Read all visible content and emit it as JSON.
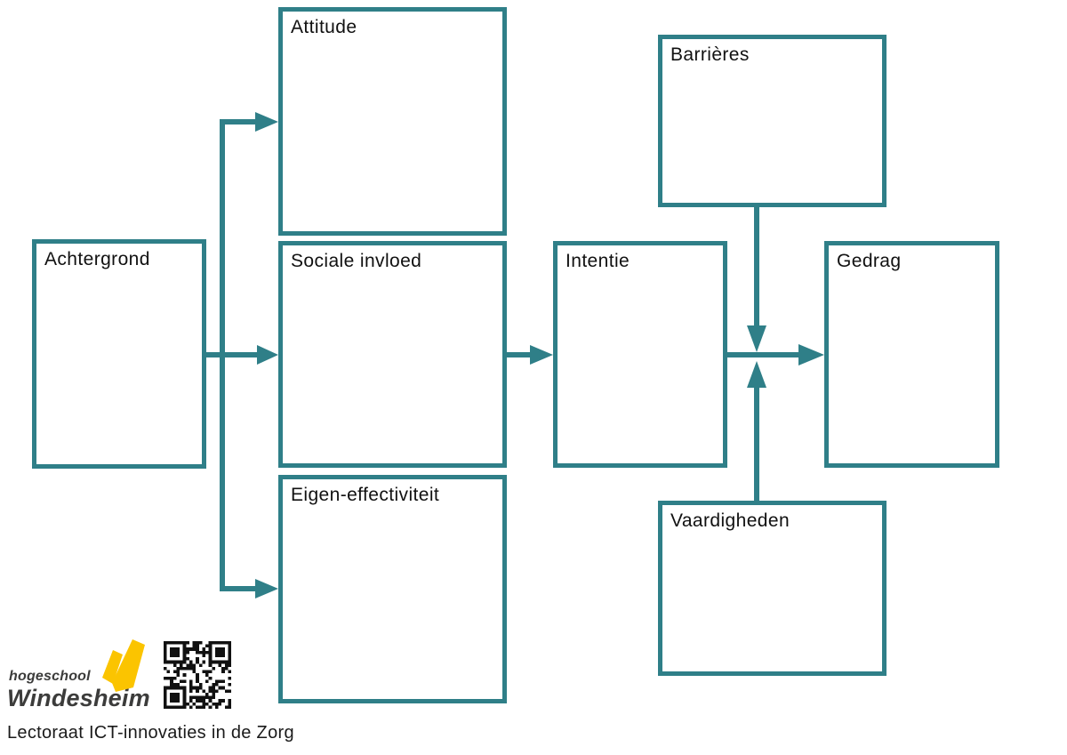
{
  "colors": {
    "accent": "#2F7F88",
    "label_text": "#111111",
    "logo_yellow": "#FBC400",
    "logo_text": "#3C3C3B",
    "footer_text": "#1A1A1A"
  },
  "diagram": {
    "boxes": [
      {
        "id": "achtergrond",
        "label": "Achtergrond"
      },
      {
        "id": "attitude",
        "label": "Attitude"
      },
      {
        "id": "sociale_invloed",
        "label": "Sociale invloed"
      },
      {
        "id": "eigen_effectiviteit",
        "label": "Eigen-effectiviteit"
      },
      {
        "id": "intentie",
        "label": "Intentie"
      },
      {
        "id": "barrieres",
        "label": "Barrières"
      },
      {
        "id": "gedrag",
        "label": "Gedrag"
      },
      {
        "id": "vaardigheden",
        "label": "Vaardigheden"
      }
    ],
    "arrows": [
      {
        "from": "Achtergrond",
        "to": "Attitude"
      },
      {
        "from": "Achtergrond",
        "to": "Sociale invloed"
      },
      {
        "from": "Achtergrond",
        "to": "Eigen-effectiviteit"
      },
      {
        "from": "Sociale invloed",
        "to": "Intentie"
      },
      {
        "from": "Intentie",
        "to": "Gedrag"
      },
      {
        "from": "Barrières",
        "to": "Intentie-Gedrag arrow"
      },
      {
        "from": "Vaardigheden",
        "to": "Intentie-Gedrag arrow"
      }
    ]
  },
  "footer": {
    "logo_small": "hogeschool",
    "logo_large": "Windesheim",
    "caption": "Lectoraat ICT-innovaties in de Zorg"
  }
}
